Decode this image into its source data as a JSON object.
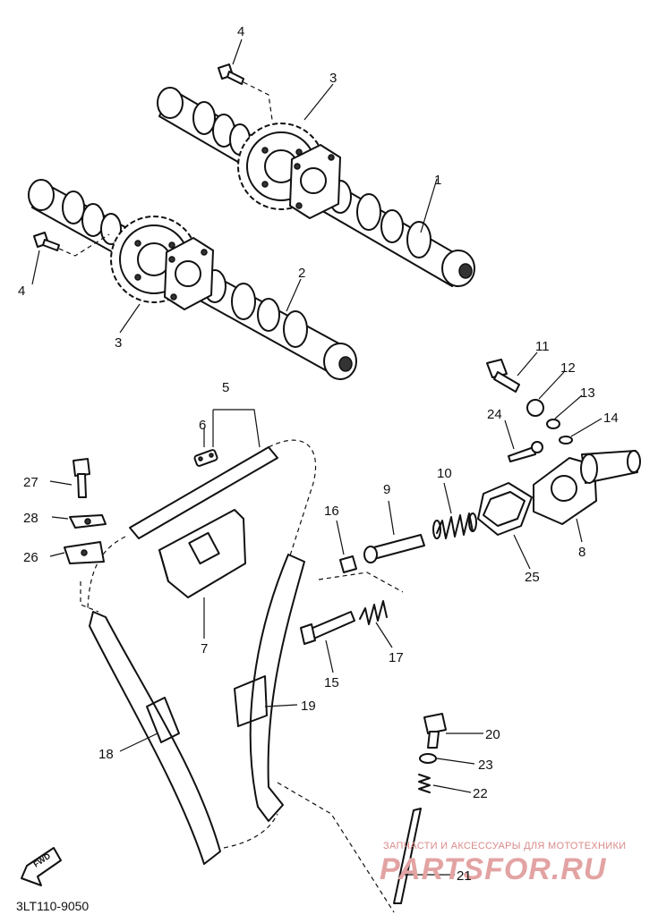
{
  "diagram_code": "3LT110-9050",
  "forward_label": "FWD",
  "watermark": {
    "tagline": "ЗАПЧАСТИ И АКСЕССУАРЫ ДЛЯ МОТОТЕХНИКИ",
    "brand": "PARTSFOR.RU"
  },
  "callouts": {
    "c1": "1",
    "c2": "2",
    "c3a": "3",
    "c3b": "3",
    "c4a": "4",
    "c4b": "4",
    "c5": "5",
    "c6": "6",
    "c7": "7",
    "c8": "8",
    "c9": "9",
    "c10": "10",
    "c11": "11",
    "c12": "12",
    "c13": "13",
    "c14": "14",
    "c15": "15",
    "c16": "16",
    "c17": "17",
    "c18": "18",
    "c19": "19",
    "c20": "20",
    "c21": "21",
    "c22": "22",
    "c23": "23",
    "c24": "24",
    "c25": "25",
    "c26": "26",
    "c27": "27",
    "c28": "28"
  }
}
